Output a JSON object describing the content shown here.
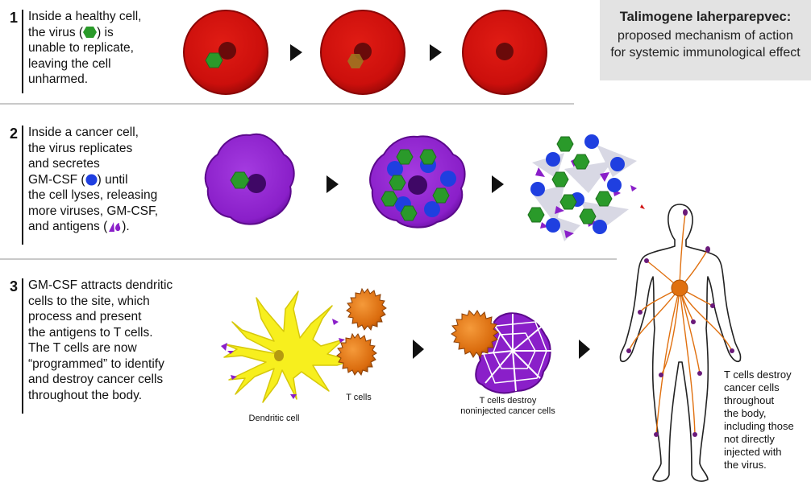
{
  "title": {
    "heading": "Talimogene laherparepvec:",
    "subtitle": "proposed mechanism of action\nfor systemic immunological effect"
  },
  "steps": [
    {
      "number": "1",
      "text_before": "Inside a healthy cell,\nthe virus (",
      "text_after": ") is\nunable to replicate,\nleaving the cell\nunharmed."
    },
    {
      "number": "2",
      "text_a": "Inside a cancer cell,\nthe virus replicates\nand secretes\nGM-CSF (",
      "text_b": ") until\nthe cell lyses, releasing\nmore viruses, GM-CSF,\nand antigens (",
      "text_c": ")."
    },
    {
      "number": "3",
      "text": "GM-CSF attracts dendritic\ncells to the site, which\nprocess and present\nthe antigens to T cells.\nThe T cells are now\n“programmed” to identify\nand destroy cancer cells\nthroughout the body."
    }
  ],
  "captions": {
    "dendritic": "Dendritic cell",
    "tcells": "T cells",
    "destroy": "T cells destroy\nnoninjected cancer cells",
    "body": "T cells destroy\ncancer cells\nthroughout\nthe body,\nincluding those\nnot directly\ninjected with\nthe virus."
  },
  "colors": {
    "healthy_cell": "#d01010",
    "cancer_cell": "#8a1fc9",
    "virus": "#2a9a2a",
    "gm_csf": "#1f3fe0",
    "t_cell": "#e0700f",
    "dendritic": "#f7ef1e"
  }
}
